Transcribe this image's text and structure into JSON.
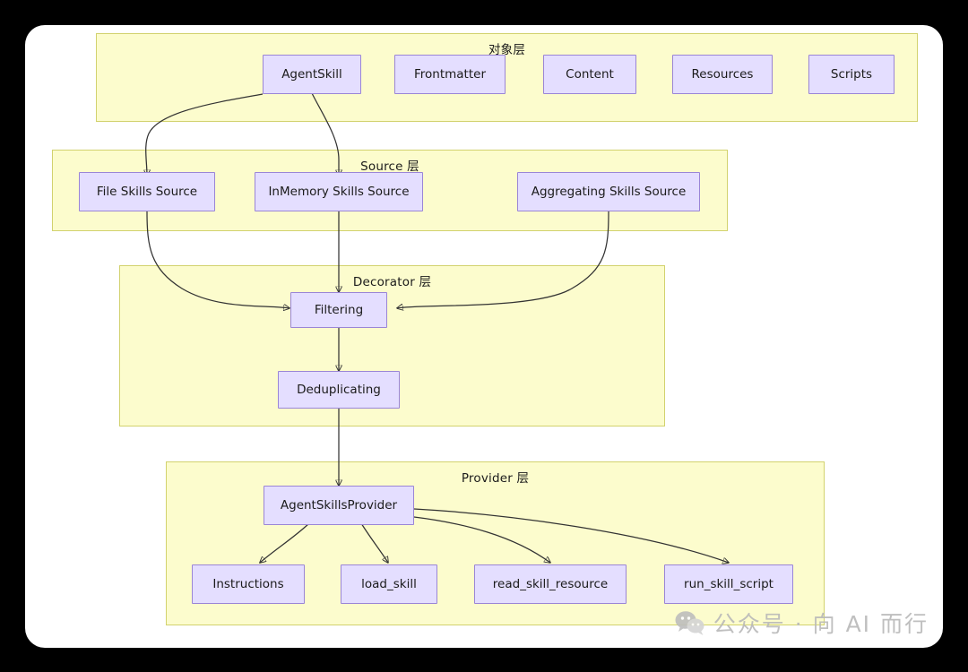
{
  "diagram": {
    "type": "flowchart",
    "layers": [
      {
        "id": "object",
        "title": "对象层",
        "nodes": [
          {
            "id": "agentskill",
            "label": "AgentSkill"
          },
          {
            "id": "frontmatter",
            "label": "Frontmatter"
          },
          {
            "id": "content",
            "label": "Content"
          },
          {
            "id": "resources",
            "label": "Resources"
          },
          {
            "id": "scripts",
            "label": "Scripts"
          }
        ]
      },
      {
        "id": "source",
        "title": "Source 层",
        "nodes": [
          {
            "id": "file_skills_source",
            "label": "File Skills Source"
          },
          {
            "id": "inmemory_skills_source",
            "label": "InMemory Skills Source"
          },
          {
            "id": "aggregating_skills_source",
            "label": "Aggregating Skills Source"
          }
        ]
      },
      {
        "id": "decorator",
        "title": "Decorator 层",
        "nodes": [
          {
            "id": "filtering",
            "label": "Filtering"
          },
          {
            "id": "deduplicating",
            "label": "Deduplicating"
          }
        ]
      },
      {
        "id": "provider",
        "title": "Provider 层",
        "nodes": [
          {
            "id": "agentskillsprovider",
            "label": "AgentSkillsProvider"
          },
          {
            "id": "instructions",
            "label": "Instructions"
          },
          {
            "id": "load_skill",
            "label": "load_skill"
          },
          {
            "id": "read_skill_resource",
            "label": "read_skill_resource"
          },
          {
            "id": "run_skill_script",
            "label": "run_skill_script"
          }
        ]
      }
    ],
    "edges": [
      {
        "from": "agentskill",
        "to": "file_skills_source"
      },
      {
        "from": "agentskill",
        "to": "inmemory_skills_source"
      },
      {
        "from": "file_skills_source",
        "to": "filtering"
      },
      {
        "from": "inmemory_skills_source",
        "to": "filtering"
      },
      {
        "from": "aggregating_skills_source",
        "to": "filtering"
      },
      {
        "from": "filtering",
        "to": "deduplicating"
      },
      {
        "from": "deduplicating",
        "to": "agentskillsprovider"
      },
      {
        "from": "agentskillsprovider",
        "to": "instructions"
      },
      {
        "from": "agentskillsprovider",
        "to": "load_skill"
      },
      {
        "from": "agentskillsprovider",
        "to": "read_skill_resource"
      },
      {
        "from": "agentskillsprovider",
        "to": "run_skill_script"
      }
    ],
    "colors": {
      "layer_fill": "#fcfccd",
      "layer_border": "#d2d26e",
      "node_fill": "#e4deff",
      "node_border": "#9a85d6",
      "edge": "#333333",
      "canvas": "#ffffff",
      "page_background": "#000000"
    }
  },
  "watermark": {
    "icon": "wechat-icon",
    "text": "公众号 · 向 AI 而行"
  }
}
